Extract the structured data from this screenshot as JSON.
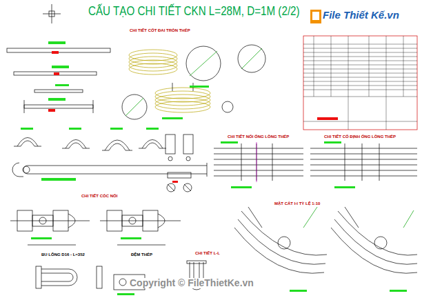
{
  "diagram": {
    "title": "CẤU TẠO CHI TIẾT CKN L=28M, D=1M (2/2)",
    "nodes": [
      {
        "text": [
          "File Thiết Kế.vn"
        ]
      }
    ],
    "labels": [
      "CHI TIẾT CỐT ĐAI TRÒN THÉP",
      "CHI TIẾT NỐI ỐNG LỒNG THÉP",
      "CHI TIẾT CỐ ĐỊNH ỐNG LỒNG THÉP",
      "CHI TIẾT CÓC NỐI",
      "MẶT CẮT I-I TỶ LỆ 1:10",
      "BU LÔNG D16 - L=352",
      "ĐỆM THÉP",
      "CHI TIẾT L-L",
      "Copyright © FileThietKe.vn"
    ]
  }
}
